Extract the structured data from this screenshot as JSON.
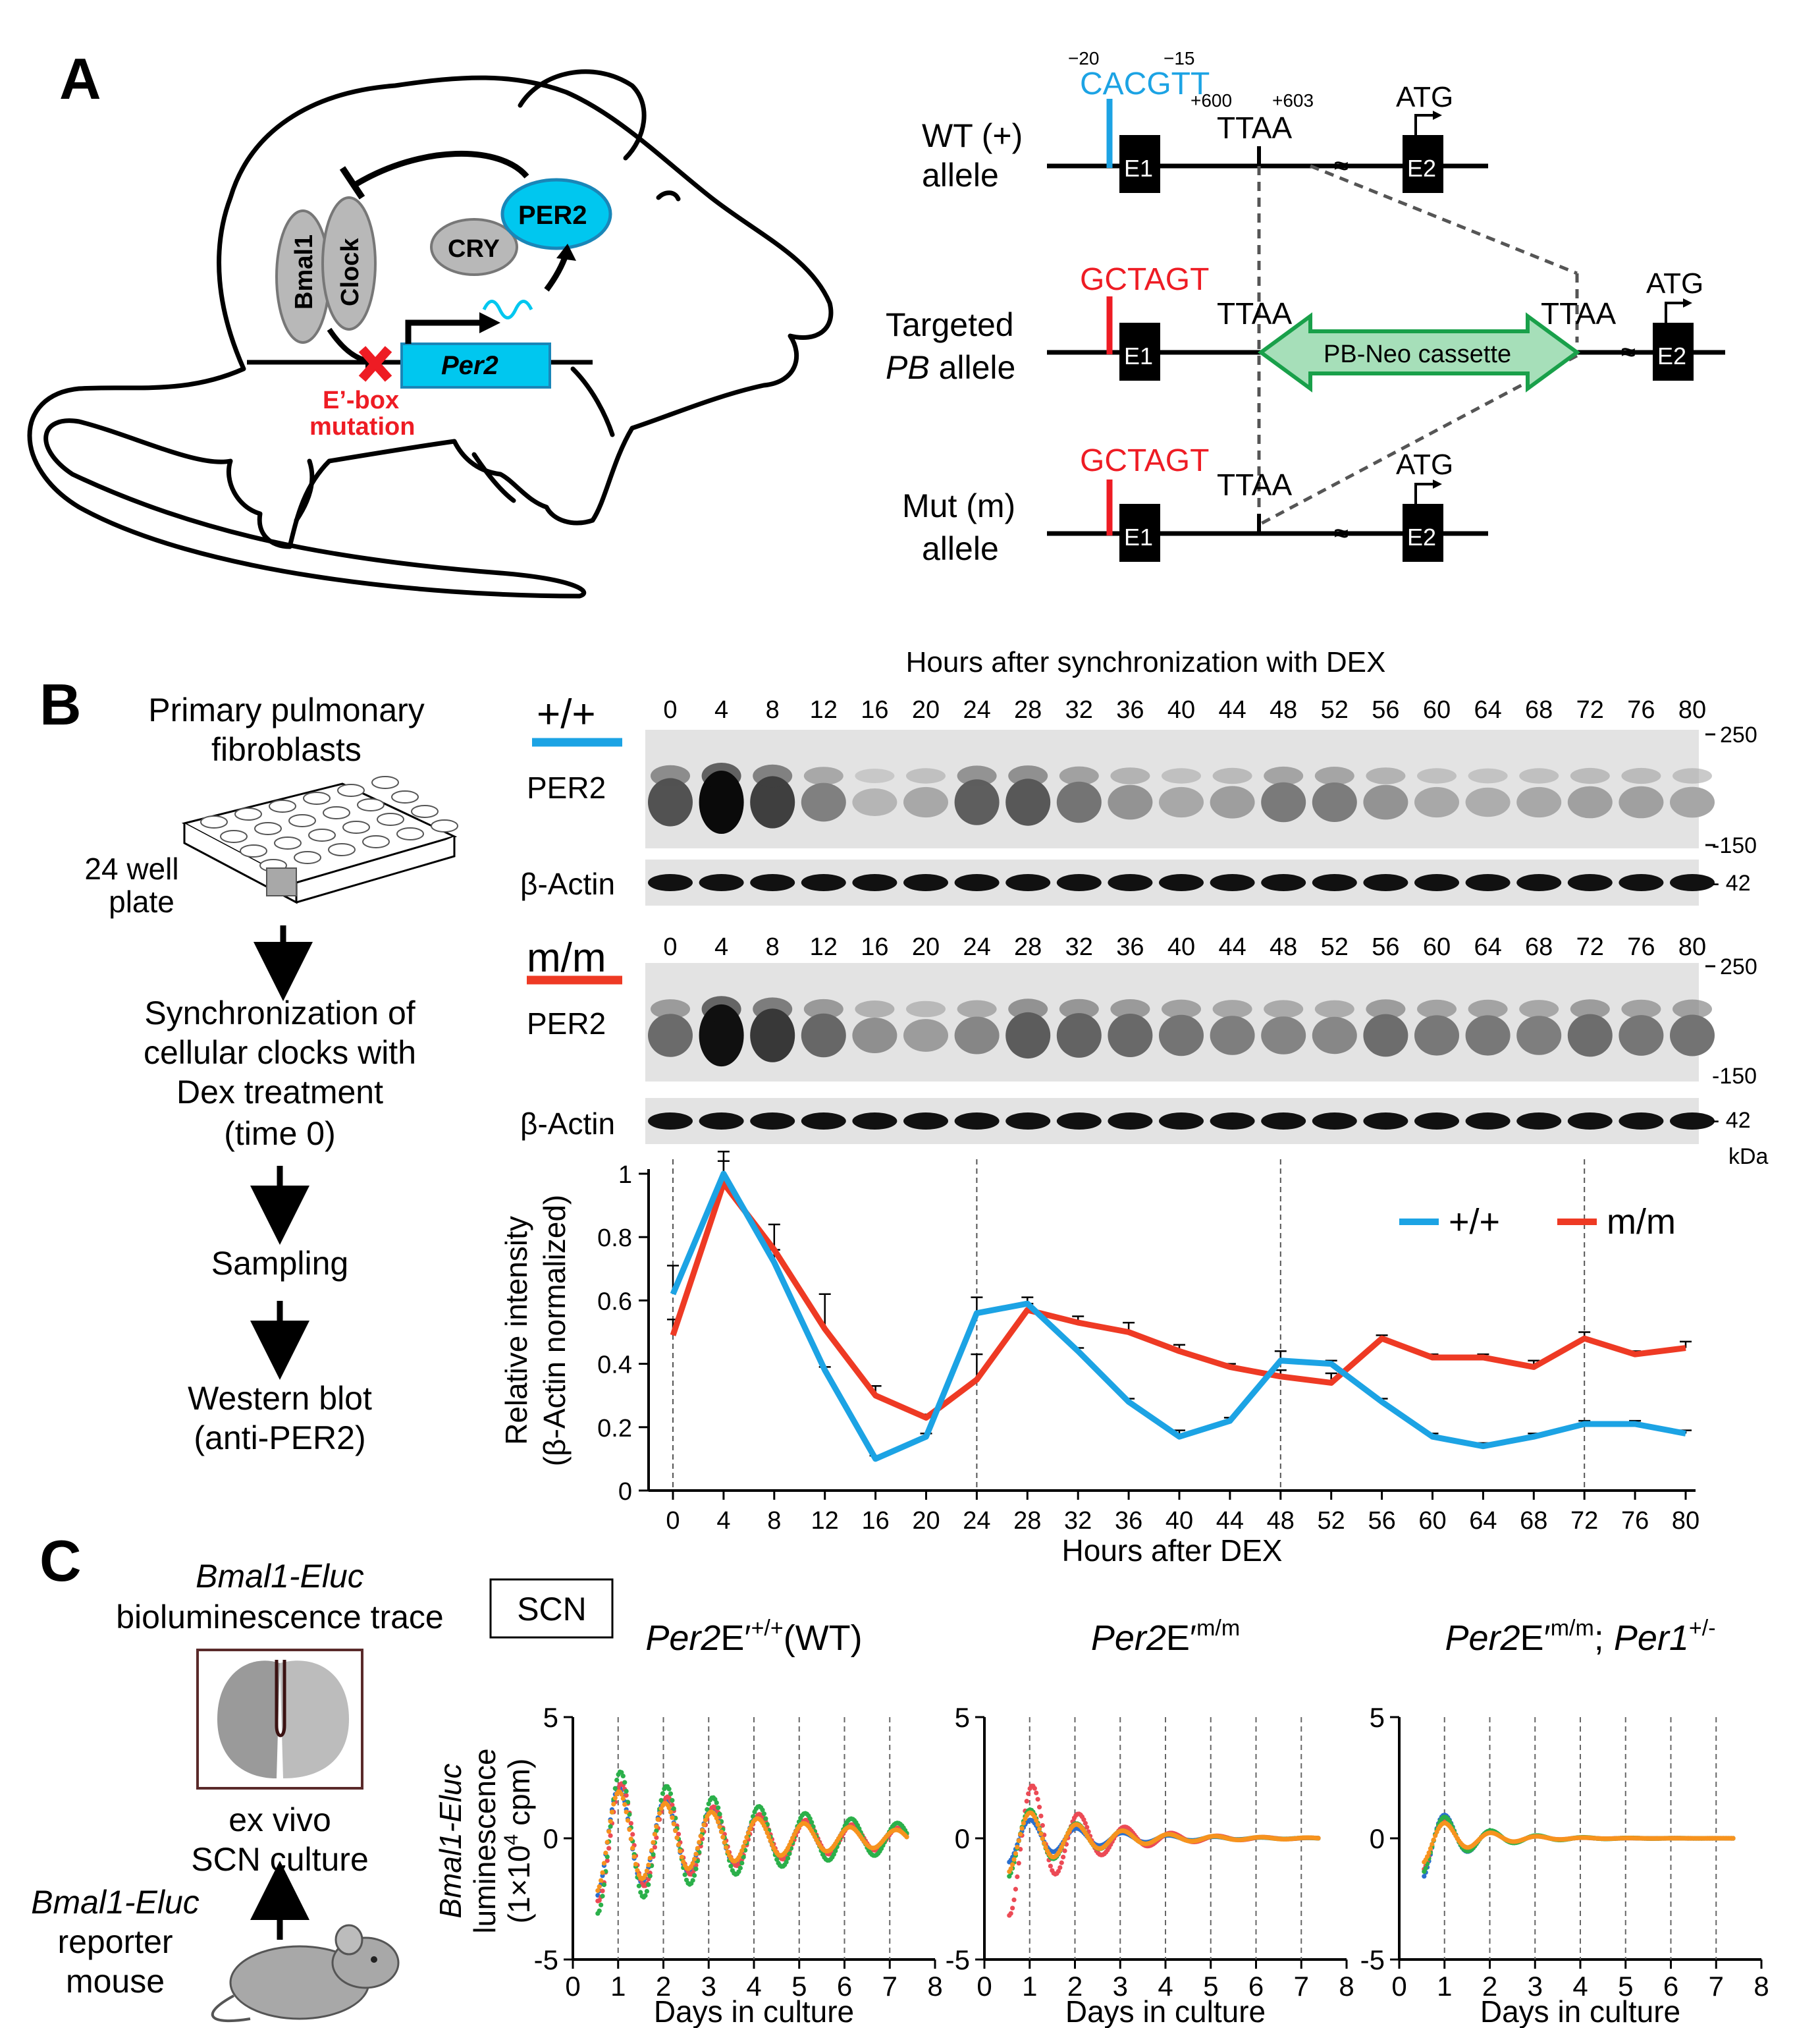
{
  "panels": {
    "a": "A",
    "b": "B",
    "c": "C"
  },
  "panel_a": {
    "mouse": {
      "bmal1": "Bmal1",
      "clock": "Clock",
      "cry": "CRY",
      "per2_protein": "PER2",
      "per2_gene": "Per2",
      "mutation_line1": "E’-box",
      "mutation_line2": "mutation"
    },
    "alleles": {
      "wt": {
        "label_line1": "WT  (+)",
        "label_line2": "allele",
        "motif": "CACGTT",
        "motif_start": "−20",
        "motif_end": "−15",
        "pos1": "+600",
        "pos2": "+603",
        "site": "TTAA",
        "atg": "ATG",
        "e1": "E1",
        "e2": "E2"
      },
      "targeted": {
        "label_line1": "Targeted",
        "label_line2_italic": "PB",
        "label_line2_rest": " allele",
        "motif": "GCTAGT",
        "site_left": "TTAA",
        "site_right": "TTAA",
        "cassette": "PB-Neo cassette",
        "atg": "ATG",
        "e1": "E1",
        "e2": "E2"
      },
      "mut": {
        "label_line1": "Mut (m)",
        "label_line2": "allele",
        "motif": "GCTAGT",
        "site": "TTAA",
        "atg": "ATG",
        "e1": "E1",
        "e2": "E2"
      }
    }
  },
  "panel_b": {
    "flow": {
      "title_line1": "Primary pulmonary",
      "title_line2": "fibroblasts",
      "plate_line1": "24 well",
      "plate_line2": "plate",
      "step1_line1": "Synchronization of",
      "step1_line2": "cellular clocks with",
      "step1_line3": "Dex treatment",
      "step1_line4": "(time 0)",
      "step2": "Sampling",
      "step3_line1": "Western blot",
      "step3_line2": "(anti-PER2)"
    },
    "blot": {
      "header": "Hours after synchronization with DEX",
      "hours": [
        "0",
        "4",
        "8",
        "12",
        "16",
        "20",
        "24",
        "28",
        "32",
        "36",
        "40",
        "44",
        "48",
        "52",
        "56",
        "60",
        "64",
        "68",
        "72",
        "76",
        "80"
      ],
      "wt_label": "+/+",
      "mut_label": "m/m",
      "per2": "PER2",
      "actin": "β-Actin",
      "mw_250": "250",
      "mw_150": "150",
      "mw_42": "42",
      "kda": "kDa",
      "wt_color": "#1ca3e4",
      "mut_color": "#ee3a24"
    }
  },
  "chart_data": [
    {
      "type": "line",
      "xlabel": "Hours after DEX",
      "ylabel_line1": "Relative intensity",
      "ylabel_line2": "(β-Actin normalized)",
      "x": [
        0,
        4,
        8,
        12,
        16,
        20,
        24,
        28,
        32,
        36,
        40,
        44,
        48,
        52,
        56,
        60,
        64,
        68,
        72,
        76,
        80
      ],
      "x_ticks": [
        "0",
        "4",
        "8",
        "12",
        "16",
        "20",
        "24",
        "28",
        "32",
        "36",
        "40",
        "44",
        "48",
        "52",
        "56",
        "60",
        "64",
        "68",
        "72",
        "76",
        "80"
      ],
      "y_ticks": [
        "0",
        "0.2",
        "0.4",
        "0.6",
        "0.8",
        "1"
      ],
      "ylim": [
        0,
        1.0
      ],
      "dashed_at": [
        0,
        24,
        48,
        72
      ],
      "legend_position": "top-right",
      "series": [
        {
          "name": "+/+",
          "color": "#1ca3e4",
          "values": [
            0.62,
            1.0,
            0.72,
            0.38,
            0.1,
            0.17,
            0.56,
            0.59,
            0.44,
            0.28,
            0.17,
            0.22,
            0.41,
            0.4,
            0.28,
            0.17,
            0.14,
            0.17,
            0.21,
            0.21,
            0.18
          ],
          "errors": [
            0.09,
            0.04,
            0.04,
            0.01,
            0.01,
            0.01,
            0.05,
            0.02,
            0.01,
            0.01,
            0.02,
            0.01,
            0.03,
            0.01,
            0.01,
            0.01,
            0.01,
            0.01,
            0.01,
            0.01,
            0.01
          ]
        },
        {
          "name": "m/m",
          "color": "#ee3a24",
          "values": [
            0.49,
            0.97,
            0.76,
            0.51,
            0.3,
            0.23,
            0.35,
            0.57,
            0.53,
            0.5,
            0.44,
            0.39,
            0.36,
            0.34,
            0.48,
            0.42,
            0.42,
            0.39,
            0.48,
            0.43,
            0.45
          ],
          "errors": [
            0.05,
            0.1,
            0.08,
            0.11,
            0.03,
            0.01,
            0.08,
            0.02,
            0.02,
            0.03,
            0.02,
            0.01,
            0.02,
            0.03,
            0.01,
            0.01,
            0.01,
            0.02,
            0.02,
            0.01,
            0.02
          ]
        }
      ]
    },
    {
      "type": "scatter",
      "title_italic": "Per2",
      "title_rest": "E′",
      "title_sup": "+/+",
      "title_tail": "(WT)",
      "xlabel": "Days in culture",
      "ylabel_italic": "Bmal1-Eluc",
      "ylabel_line2": "luminescence",
      "ylabel_line3": "(1×10",
      "ylabel_sup": "4",
      "ylabel_tail": " cpm)",
      "x_ticks": [
        "0",
        "1",
        "2",
        "3",
        "4",
        "5",
        "6",
        "7",
        "8"
      ],
      "y_ticks": [
        "5",
        "0",
        "-5"
      ],
      "xlim": [
        0,
        8
      ],
      "ylim": [
        -5,
        5
      ],
      "series": [
        {
          "color": "#2a6fcf",
          "amplitude": 2.4,
          "decay": 0.28,
          "start": 0.55,
          "phase": 0.0
        },
        {
          "color": "#ec4a55",
          "amplitude": 2.6,
          "decay": 0.27,
          "start": 0.55,
          "phase": 0.05
        },
        {
          "color": "#2bb04a",
          "amplitude": 3.1,
          "decay": 0.24,
          "start": 0.55,
          "phase": 0.03
        },
        {
          "color": "#f7931e",
          "amplitude": 2.2,
          "decay": 0.28,
          "start": 0.55,
          "phase": 0.0
        }
      ]
    },
    {
      "type": "scatter",
      "title_italic": "Per2",
      "title_rest": "E′",
      "title_sup": "m/m",
      "title_tail": "",
      "xlabel": "Days in culture",
      "x_ticks": [
        "0",
        "1",
        "2",
        "3",
        "4",
        "5",
        "6",
        "7",
        "8"
      ],
      "y_ticks": [
        "5",
        "0",
        "-5"
      ],
      "xlim": [
        0,
        8
      ],
      "ylim": [
        -5,
        5
      ],
      "series": [
        {
          "color": "#2a6fcf",
          "amplitude": 1.0,
          "decay": 0.6,
          "start": 0.55,
          "phase": 0.0
        },
        {
          "color": "#ec4a55",
          "amplitude": 3.2,
          "decay": 0.75,
          "start": 0.55,
          "phase": 0.05
        },
        {
          "color": "#2bb04a",
          "amplitude": 1.6,
          "decay": 0.65,
          "start": 0.55,
          "phase": 0.0
        },
        {
          "color": "#f7931e",
          "amplitude": 1.4,
          "decay": 0.6,
          "start": 0.55,
          "phase": 0.0
        }
      ]
    },
    {
      "type": "scatter",
      "title_italic": "Per2",
      "title_rest": "E′",
      "title_sup": "m/m",
      "title_tail": "; ",
      "title_italic2": "Per1",
      "title_sup2": "+/-",
      "xlabel": "Days in culture",
      "x_ticks": [
        "0",
        "1",
        "2",
        "3",
        "4",
        "5",
        "6",
        "7",
        "8"
      ],
      "y_ticks": [
        "5",
        "0",
        "-5"
      ],
      "xlim": [
        0,
        8
      ],
      "ylim": [
        -5,
        5
      ],
      "series": [
        {
          "color": "#2a6fcf",
          "amplitude": 1.6,
          "decay": 1.1,
          "start": 0.55,
          "phase": 0.0
        },
        {
          "color": "#ec4a55",
          "amplitude": 1.3,
          "decay": 1.1,
          "start": 0.55,
          "phase": 0.0
        },
        {
          "color": "#2bb04a",
          "amplitude": 1.4,
          "decay": 1.0,
          "start": 0.55,
          "phase": 0.0
        },
        {
          "color": "#f7931e",
          "amplitude": 1.0,
          "decay": 1.0,
          "start": 0.55,
          "phase": 0.0
        }
      ]
    }
  ],
  "panel_c": {
    "trace_italic": "Bmal1-Eluc",
    "trace_line2": "bioluminescence trace",
    "scn_box": "SCN",
    "culture_line1": "ex vivo",
    "culture_line2": "SCN culture",
    "reporter_italic": "Bmal1-Eluc",
    "reporter_line2": "reporter",
    "reporter_line3": "mouse"
  }
}
